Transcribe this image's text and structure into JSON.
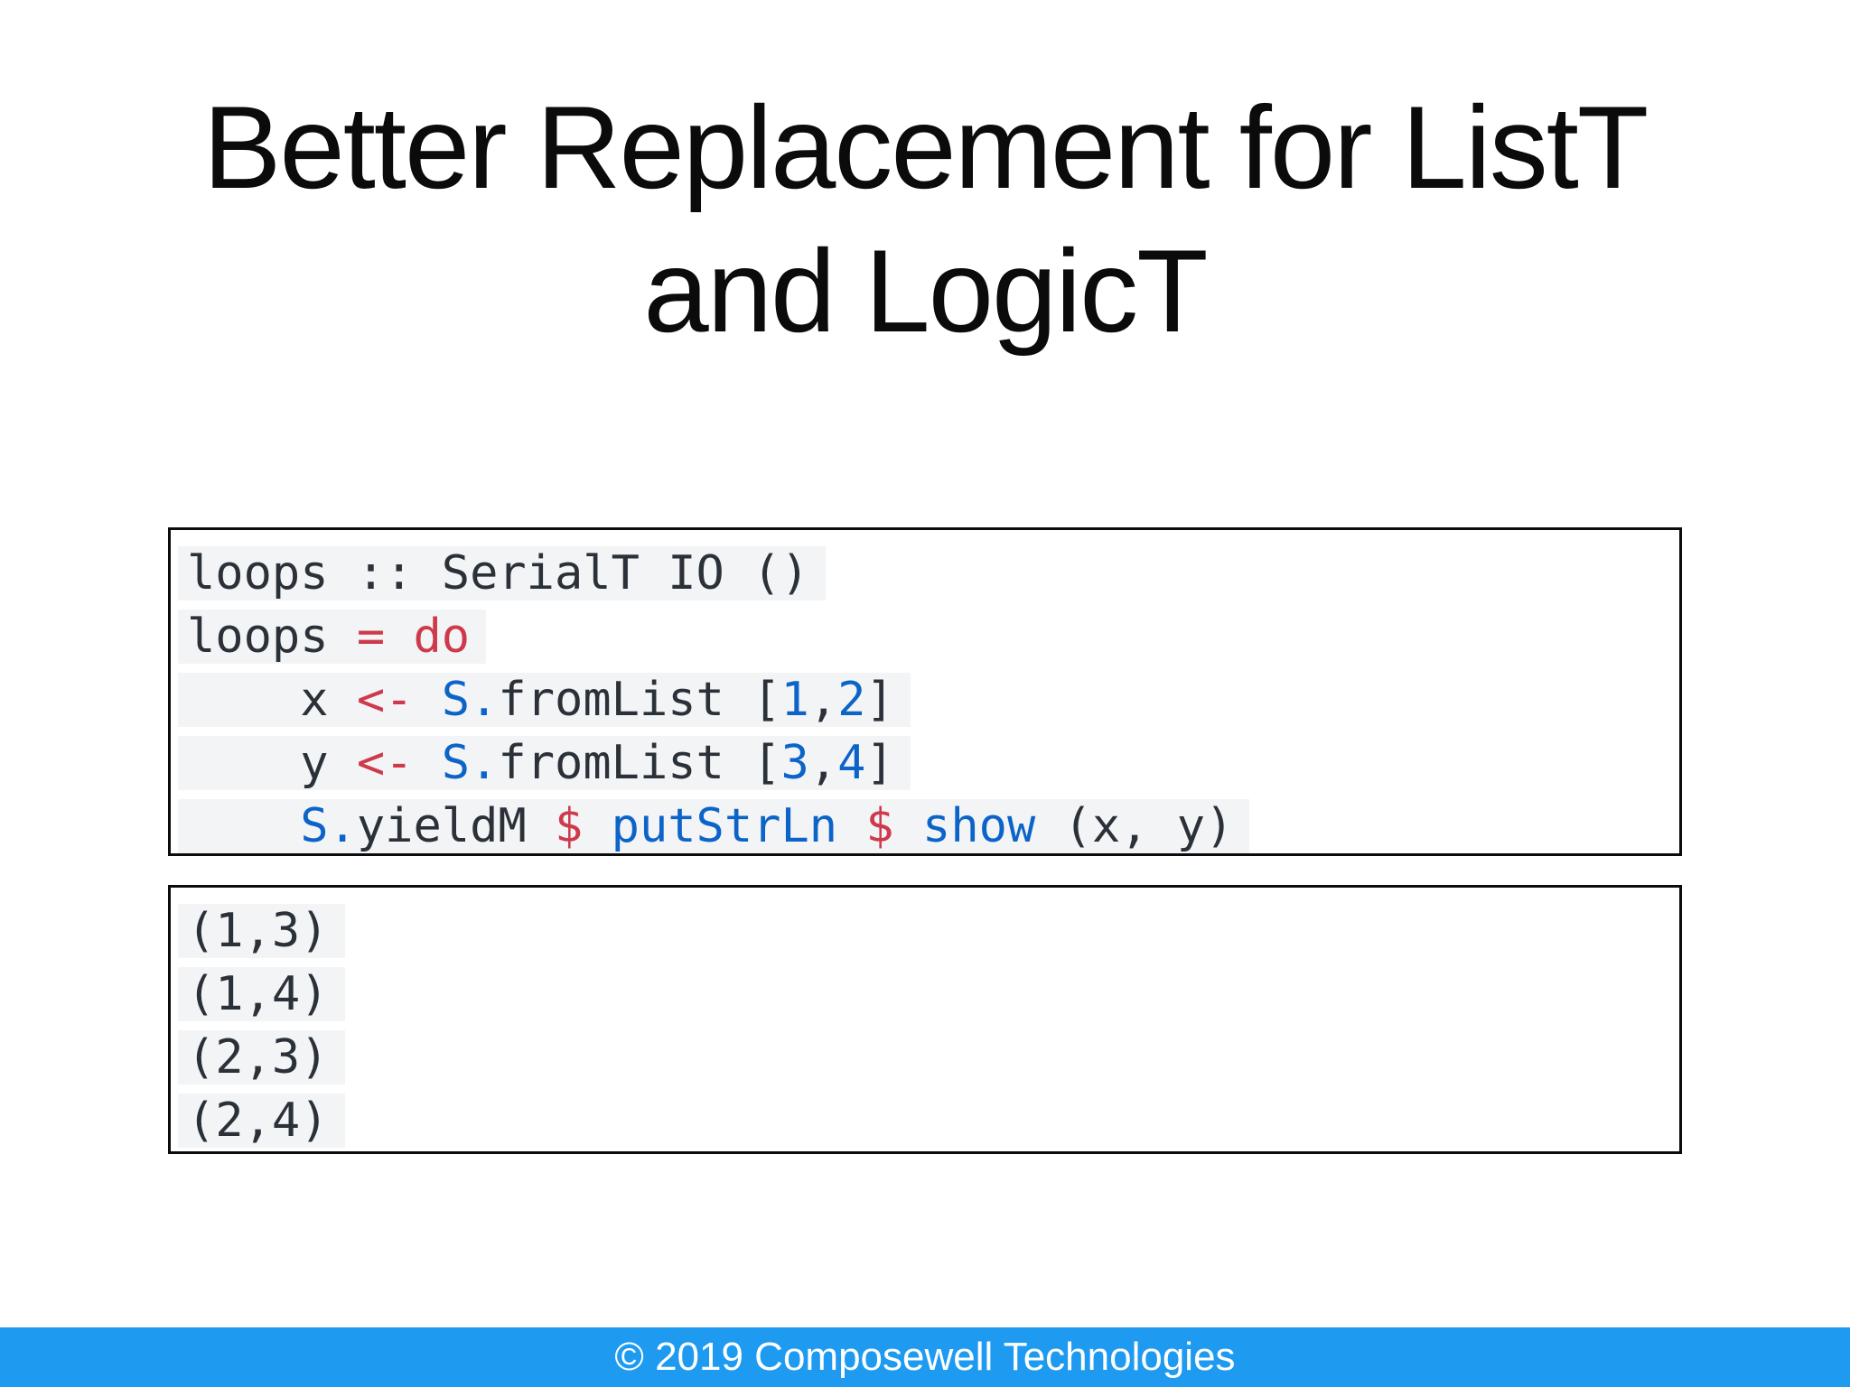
{
  "title": {
    "line1": "Better Replacement for ListT",
    "line2": "and LogicT"
  },
  "colors": {
    "title_text": "#0b0b0b",
    "code_text": "#2b3138",
    "accent_red": "#ce3a4b",
    "accent_blue": "#0d64c8",
    "highlight_bg": "#f3f4f6",
    "box_border": "#0c0c0c",
    "footer_bg": "#1e9bf0",
    "footer_text": "#ffffff"
  },
  "code_block": {
    "language": "haskell",
    "lines": [
      [
        {
          "text": "loops :: SerialT IO ()",
          "color": "dark"
        }
      ],
      [
        {
          "text": "loops ",
          "color": "dark"
        },
        {
          "text": "=",
          "color": "red"
        },
        {
          "text": " ",
          "color": "dark"
        },
        {
          "text": "do",
          "color": "red"
        }
      ],
      [
        {
          "text": "    x ",
          "color": "dark"
        },
        {
          "text": "<-",
          "color": "red"
        },
        {
          "text": " ",
          "color": "dark"
        },
        {
          "text": "S.",
          "color": "blue"
        },
        {
          "text": "fromList [",
          "color": "dark"
        },
        {
          "text": "1",
          "color": "blue"
        },
        {
          "text": ",",
          "color": "dark"
        },
        {
          "text": "2",
          "color": "blue"
        },
        {
          "text": "]",
          "color": "dark"
        }
      ],
      [
        {
          "text": "    y ",
          "color": "dark"
        },
        {
          "text": "<-",
          "color": "red"
        },
        {
          "text": " ",
          "color": "dark"
        },
        {
          "text": "S.",
          "color": "blue"
        },
        {
          "text": "fromList [",
          "color": "dark"
        },
        {
          "text": "3",
          "color": "blue"
        },
        {
          "text": ",",
          "color": "dark"
        },
        {
          "text": "4",
          "color": "blue"
        },
        {
          "text": "]",
          "color": "dark"
        }
      ],
      [
        {
          "text": "    ",
          "color": "dark"
        },
        {
          "text": "S.",
          "color": "blue"
        },
        {
          "text": "yieldM ",
          "color": "dark"
        },
        {
          "text": "$",
          "color": "red"
        },
        {
          "text": " ",
          "color": "dark"
        },
        {
          "text": "putStrLn",
          "color": "blue"
        },
        {
          "text": " ",
          "color": "dark"
        },
        {
          "text": "$",
          "color": "red"
        },
        {
          "text": " ",
          "color": "dark"
        },
        {
          "text": "show",
          "color": "blue"
        },
        {
          "text": " (x, y)",
          "color": "dark"
        }
      ]
    ]
  },
  "output_block": {
    "lines": [
      "(1,3)",
      "(1,4)",
      "(2,3)",
      "(2,4)"
    ]
  },
  "footer": {
    "copyright": "© 2019 Composewell Technologies"
  }
}
